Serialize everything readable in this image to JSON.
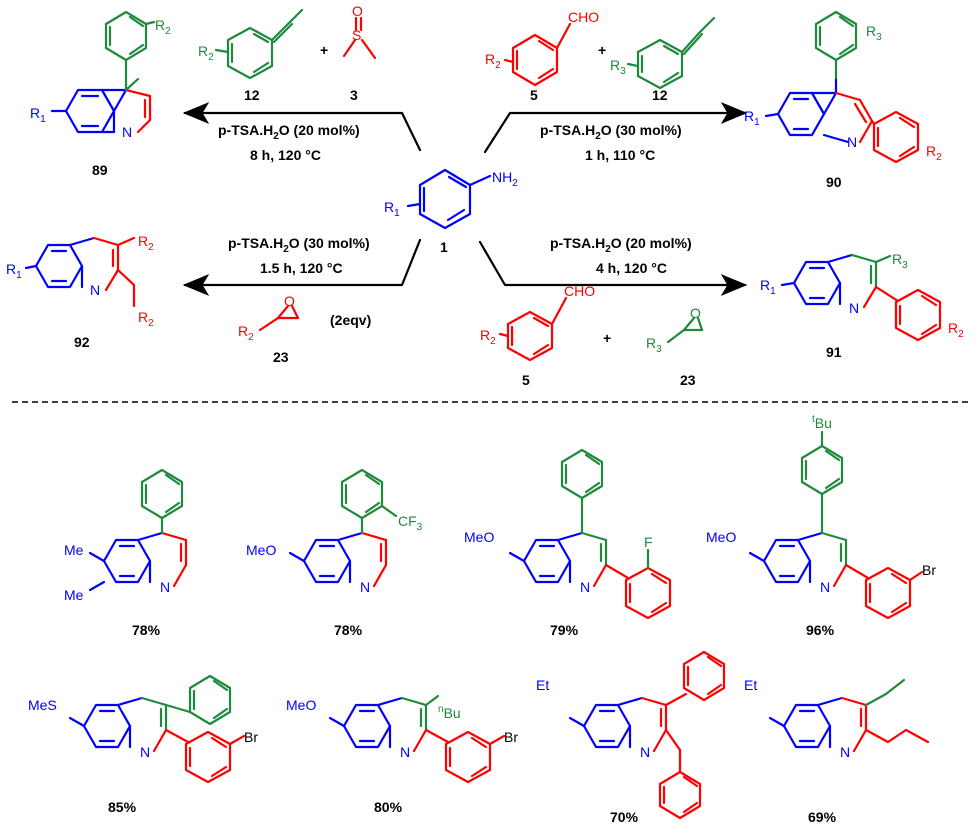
{
  "colors": {
    "blue": "#0000ff",
    "green": "#1e8a3c",
    "red": "#ff0000",
    "black": "#000000"
  },
  "scheme": {
    "central": {
      "number": "1",
      "nh2": "NH",
      "nh2_sub": "2",
      "r1": "R",
      "r1_sub": "1"
    },
    "top_left": {
      "reagent_a": "12",
      "reagent_b": "3",
      "plus": "+",
      "conditions": [
        "p-TSA.H",
        "2",
        "O (20 mol%)",
        "8 h, 120 °C"
      ],
      "product": "89",
      "sulfoxide_o": "O",
      "sulfoxide_s": "S"
    },
    "top_right": {
      "reagent_a": "5",
      "reagent_b": "12",
      "plus": "+",
      "conditions": [
        "p-TSA.H",
        "2",
        "O (30 mol%)",
        "1 h, 110 °C"
      ],
      "product": "90",
      "cho": "CHO"
    },
    "bottom_left": {
      "reagent": "23",
      "equiv": "(2eqv)",
      "conditions": [
        "p-TSA.H",
        "2",
        "O (30 mol%)",
        "1.5 h, 120 °C"
      ],
      "product": "92",
      "epoxide_o": "O"
    },
    "bottom_right": {
      "reagent_a": "5",
      "reagent_b": "23",
      "plus": "+",
      "conditions": [
        "p-TSA.H",
        "2",
        "O (20 mol%)",
        "4 h, 120 °C"
      ],
      "product": "91",
      "cho": "CHO",
      "epoxide_o": "O"
    }
  },
  "labels": {
    "R": "R",
    "N": "N",
    "r1": "1",
    "r2": "2",
    "r3": "3"
  },
  "examples": [
    {
      "yield": "78%",
      "subs": [
        "Me",
        "Me"
      ]
    },
    {
      "yield": "78%",
      "subs": [
        "MeO"
      ],
      "aryl_sub": "CF",
      "aryl_sub_idx": "3"
    },
    {
      "yield": "79%",
      "subs": [
        "MeO"
      ],
      "aryl_sub": "F"
    },
    {
      "yield": "96%",
      "subs": [
        "MeO"
      ],
      "aryl_sub": "Bu",
      "aryl_sup": "t",
      "red_sub": "Br"
    },
    {
      "yield": "85%",
      "subs": [
        "MeS"
      ],
      "red_sub": "Br"
    },
    {
      "yield": "80%",
      "subs": [
        "MeO"
      ],
      "c3_sub": "Bu",
      "c3_sup": "n",
      "red_sub": "Br"
    },
    {
      "yield": "70%",
      "subs": [
        "Et"
      ]
    },
    {
      "yield": "69%",
      "subs": [
        "Et"
      ]
    }
  ]
}
